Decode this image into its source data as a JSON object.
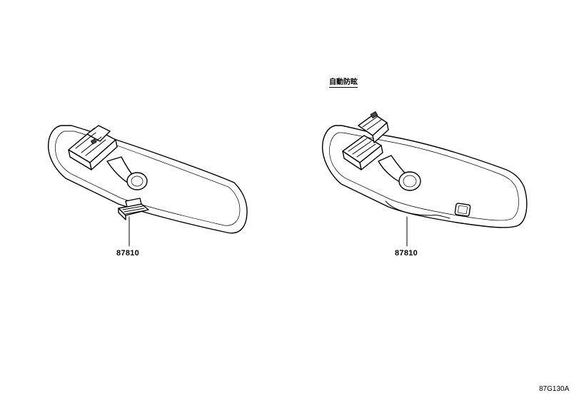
{
  "parts": [
    {
      "part_number": "87810"
    },
    {
      "part_number": "87810",
      "variant_label": "自動防眩"
    }
  ],
  "illustration_code": "87G130A"
}
